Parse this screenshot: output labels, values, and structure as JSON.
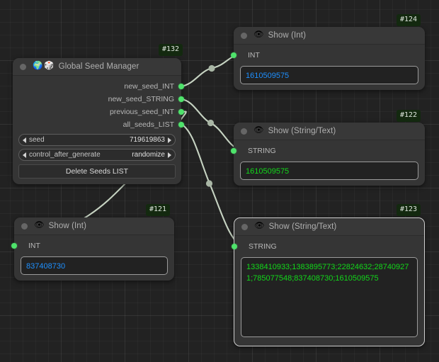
{
  "canvas": {
    "background_color": "#222222",
    "grid": "on"
  },
  "colors": {
    "node_bg": "#353535",
    "title_bg": "#383838",
    "port_green": "#4ee36b",
    "value_blue": "#1e90ff",
    "value_green": "#12d81a",
    "badge_bg": "#13290f",
    "wire": "#c6d3c2"
  },
  "nodes": [
    {
      "id": "#132",
      "title": "Global Seed Manager",
      "icons": [
        "collapse-dot",
        "globe-emoji",
        "dice-emoji"
      ],
      "outputs": [
        {
          "label": "new_seed_INT"
        },
        {
          "label": "new_seed_STRING"
        },
        {
          "label": "previous_seed_INT"
        },
        {
          "label": "all_seeds_LIST"
        }
      ],
      "widgets": [
        {
          "name": "seed",
          "value": "719619863"
        },
        {
          "name": "control_after_generate",
          "value": "randomize"
        }
      ],
      "button": "Delete Seeds LIST"
    },
    {
      "id": "#124",
      "title": "Show (Int)",
      "icons": [
        "collapse-dot",
        "eye-emoji"
      ],
      "inputs": [
        {
          "label": "INT"
        }
      ],
      "value": "1610509575",
      "value_color": "blue"
    },
    {
      "id": "#122",
      "title": "Show (String/Text)",
      "icons": [
        "collapse-dot",
        "eye-emoji"
      ],
      "inputs": [
        {
          "label": "STRING"
        }
      ],
      "value": "1610509575",
      "value_color": "green"
    },
    {
      "id": "#121",
      "title": "Show (Int)",
      "icons": [
        "collapse-dot",
        "eye-emoji"
      ],
      "inputs": [
        {
          "label": "INT"
        }
      ],
      "value": "837408730",
      "value_color": "blue"
    },
    {
      "id": "#123",
      "title": "Show (String/Text)",
      "icons": [
        "collapse-dot",
        "eye-emoji"
      ],
      "inputs": [
        {
          "label": "STRING"
        }
      ],
      "value": "1338410933;1383895773;22824632;287409271;785077548;837408730;1610509575",
      "value_color": "green",
      "selected": true
    }
  ],
  "emoji": {
    "globe": "🌍",
    "dice": "🎲",
    "eye": "👁"
  }
}
